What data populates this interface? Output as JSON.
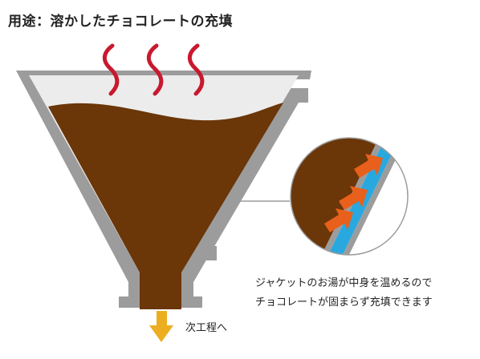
{
  "title": "用途：溶かしたチョコレートの充填",
  "caption": {
    "line1": "ジャケットのお湯が中身を温めるので",
    "line2": "チョコレートが固まらず充填できます"
  },
  "next_step_label": "次工程へ",
  "colors": {
    "hopper_wall": "#9c9c9c",
    "hopper_top": "#ececec",
    "chocolate": "#6b3608",
    "steam": "#c8192f",
    "hot_water_jacket": "#29a8e0",
    "heat_arrow": "#e8601c",
    "down_arrow": "#ecae20",
    "leader_line": "#9c9c9c"
  },
  "icons": [
    "steam-icon",
    "heat-arrow-icon",
    "down-arrow-icon"
  ]
}
